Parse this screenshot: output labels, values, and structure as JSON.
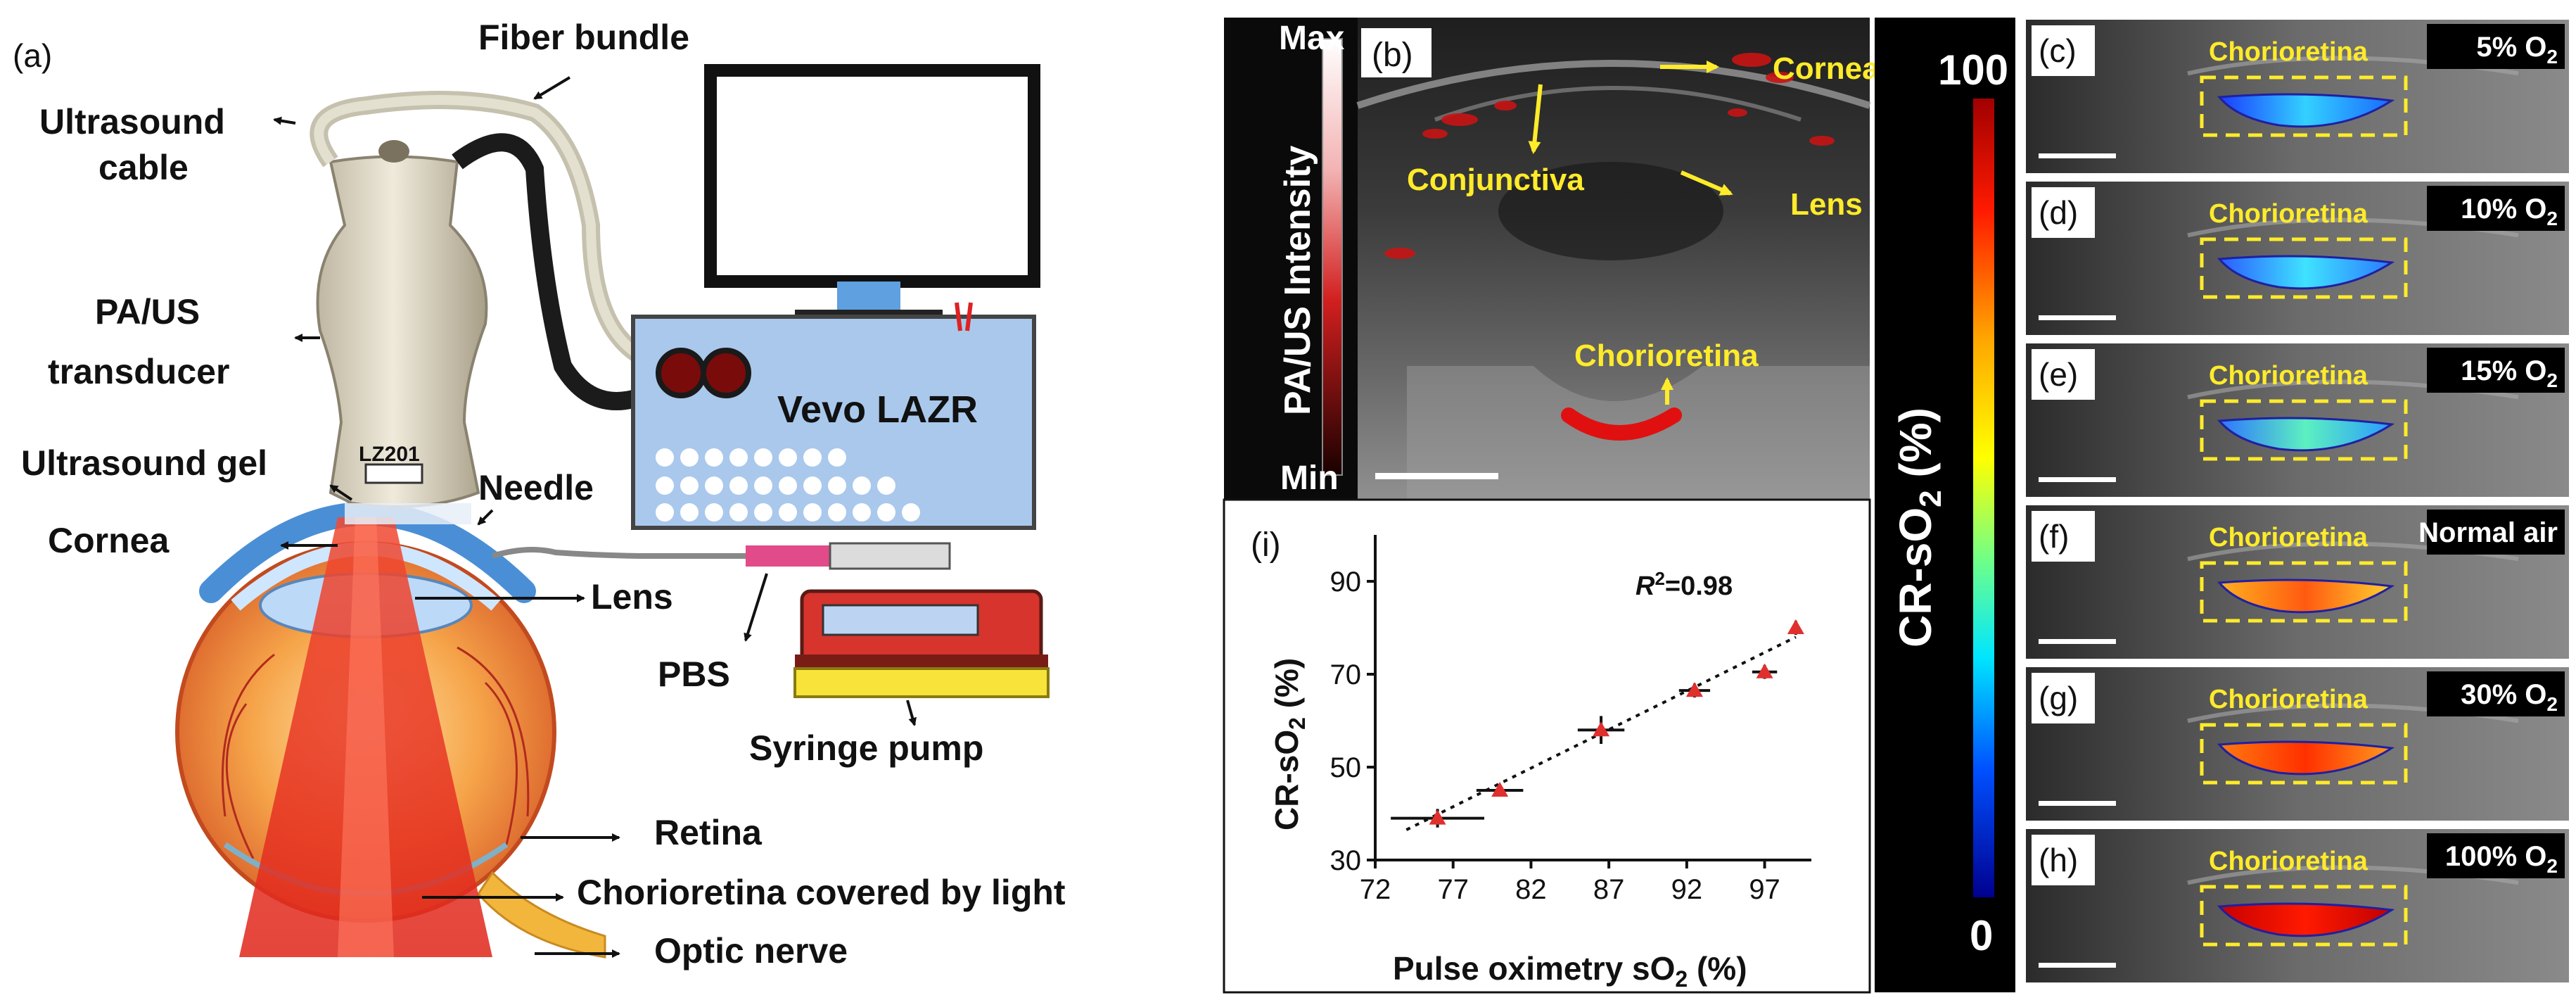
{
  "panel_a": {
    "tag": "(a)",
    "labels": {
      "fiber_bundle": "Fiber bundle",
      "ultrasound": "Ultrasound",
      "cable": "cable",
      "pa_us": "PA/US",
      "transducer": "transducer",
      "lz201": "LZ201",
      "ultrasound_gel": "Ultrasound gel",
      "needle": "Needle",
      "cornea": "Cornea",
      "lens": "Lens",
      "pbs": "PBS",
      "syringe_pump": "Syringe pump",
      "vevo_lazr": "Vevo LAZR",
      "retina": "Retina",
      "chorioretina_light": "Chorioretina covered by light",
      "optic_nerve": "Optic nerve"
    }
  },
  "panel_b": {
    "tag": "(b)",
    "colorbar_max": "Max",
    "colorbar_min": "Min",
    "colorbar_title": "PA/US Intensity",
    "labels": {
      "cornea": "Cornea",
      "conjunctiva": "Conjunctiva",
      "lens": "Lens",
      "chorioretina": "Chorioretina"
    }
  },
  "colorbar_so2": {
    "top": "100",
    "bottom": "0",
    "title_main": "CR-sO",
    "title_sub": "2",
    "title_unit": " (%)"
  },
  "panels_right": [
    {
      "tag": "(c)",
      "region": "Chorioretina",
      "cond": "5% O",
      "sub": "2",
      "fill": "cool1"
    },
    {
      "tag": "(d)",
      "region": "Chorioretina",
      "cond": "10% O",
      "sub": "2",
      "fill": "cool2"
    },
    {
      "tag": "(e)",
      "region": "Chorioretina",
      "cond": "15% O",
      "sub": "2",
      "fill": "cool3"
    },
    {
      "tag": "(f)",
      "region": "Chorioretina",
      "cond": "Normal air",
      "sub": "",
      "fill": "warm1"
    },
    {
      "tag": "(g)",
      "region": "Chorioretina",
      "cond": "30% O",
      "sub": "2",
      "fill": "warm2"
    },
    {
      "tag": "(h)",
      "region": "Chorioretina",
      "cond": "100% O",
      "sub": "2",
      "fill": "hot"
    }
  ],
  "chart_data": {
    "type": "scatter",
    "tag": "(i)",
    "xlabel_main": "Pulse oximetry sO",
    "xlabel_sub": "2",
    "xlabel_unit": " (%)",
    "ylabel_main": "CR-sO",
    "ylabel_sub": "2",
    "ylabel_unit": " (%)",
    "annotation": "R²=0.98",
    "annotation_r": "R",
    "annotation_rest": "=0.98",
    "annotation_sup": "2",
    "xlim": [
      72,
      100
    ],
    "ylim": [
      30,
      100
    ],
    "xticks": [
      72,
      77,
      82,
      87,
      92,
      97
    ],
    "yticks": [
      30,
      50,
      70,
      90
    ],
    "points": [
      {
        "x": 76,
        "y": 39,
        "xerr": 3,
        "yerr": 2
      },
      {
        "x": 80,
        "y": 45,
        "xerr": 1.5,
        "yerr": 1
      },
      {
        "x": 86.5,
        "y": 58,
        "xerr": 1.5,
        "yerr": 3
      },
      {
        "x": 92.5,
        "y": 66.5,
        "xerr": 1,
        "yerr": 1.5
      },
      {
        "x": 97,
        "y": 70.5,
        "xerr": 0.8,
        "yerr": 1.5
      },
      {
        "x": 99,
        "y": 80,
        "xerr": 0,
        "yerr": 1.5
      }
    ],
    "fit": {
      "x": [
        74,
        99
      ],
      "y": [
        36.5,
        78
      ]
    },
    "colors": {
      "points": "#e0302e",
      "axes": "#111111"
    }
  }
}
